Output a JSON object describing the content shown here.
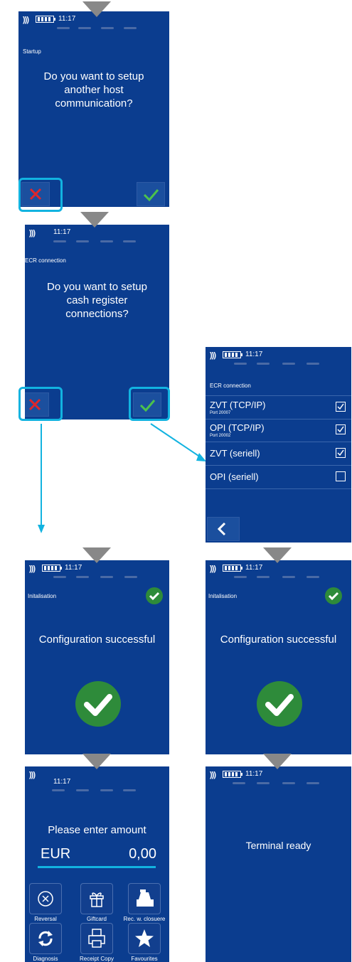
{
  "status": {
    "time": "11:17"
  },
  "screens": {
    "s1": {
      "subtitle": "Startup",
      "question": [
        "Do you want to setup",
        "another host",
        "communication?"
      ]
    },
    "s2": {
      "subtitle": "ECR connection",
      "question": [
        "Do you want to setup",
        "cash register",
        "connections?"
      ]
    },
    "s3": {
      "subtitle": "ECR connection",
      "items": [
        {
          "label": "ZVT (TCP/IP)",
          "port": "Port 20007",
          "checked": true
        },
        {
          "label": "OPI (TCP/IP)",
          "port": "Port 20002",
          "checked": true
        },
        {
          "label": "ZVT (seriell)",
          "port": "",
          "checked": true
        },
        {
          "label": "OPI (seriell)",
          "port": "",
          "checked": false
        }
      ]
    },
    "s4": {
      "subtitle": "Initalisation",
      "message": "Configuration successful"
    },
    "s5": {
      "subtitle": "Initalisation",
      "message": "Configuration successful"
    },
    "s6": {
      "prompt": "Please enter amount",
      "currency": "EUR",
      "amount": "0,00",
      "tiles": [
        "Reversal",
        "Giftcard",
        "Rec. w. closuere",
        "Diagnosis",
        "Receipt Copy",
        "Favourites"
      ]
    },
    "s7": {
      "message": "Terminal ready"
    }
  },
  "colors": {
    "screen_bg": "#0b3d8f",
    "highlight": "#12b3e0",
    "success": "#2e8b3a",
    "cancel": "#e0262b",
    "confirm": "#4cc24c"
  },
  "icons": {
    "cancel": "x-icon",
    "confirm": "check-icon",
    "back": "chevron-left-icon"
  }
}
